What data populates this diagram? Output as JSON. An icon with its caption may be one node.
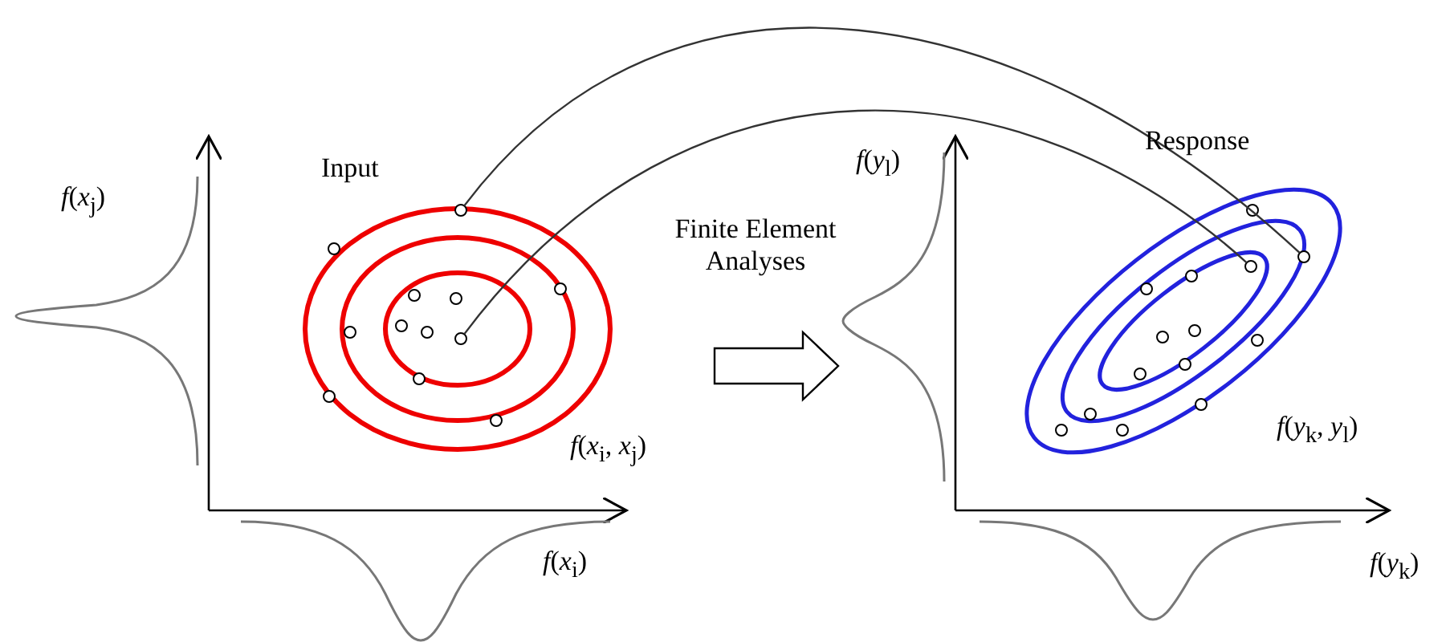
{
  "diagram": {
    "nodes": [
      {
        "text": [],
        "shape": "circle"
      },
      {
        "text": [],
        "shape": "circle"
      },
      {
        "text": [],
        "shape": "circle"
      },
      {
        "text": [],
        "shape": "circle"
      }
    ],
    "edges": [
      {
        "from": 0,
        "to": 2,
        "arrow": "none"
      },
      {
        "from": 1,
        "to": 3,
        "arrow": "none"
      }
    ],
    "labels": [
      "Input",
      "*f*(*x*$_{j}$)",
      "*f*(*x*$_{i}$, *x*$_{j}$)",
      "*f*(*x*$_{i}$)",
      "Finite Element Analyses",
      "Response",
      "*f*(*y*$_{l}$)",
      "*f*(*y*$_{k}$, *y*$_{l}$)",
      "*f*(*y*$_{k}$)"
    ]
  }
}
